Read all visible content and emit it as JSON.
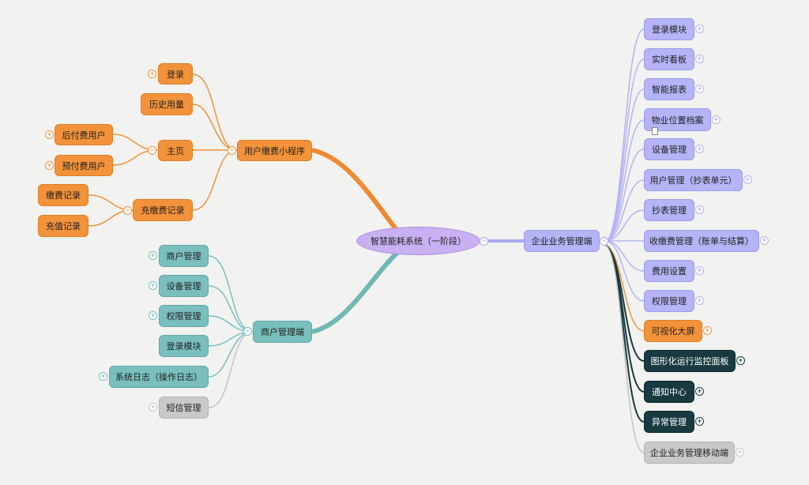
{
  "root": {
    "label": "智慧能耗系统（一阶段）"
  },
  "user_app": {
    "label": "用户缴费小程序",
    "login": "登录",
    "history": "历史用量",
    "home": "主页",
    "postpaid": "后付费用户",
    "prepaid": "预付费用户",
    "recharge": "充缴费记录",
    "payment_record": "缴费记录",
    "topup_record": "充值记录"
  },
  "merchant": {
    "label": "商户管理端",
    "items": [
      "商户管理",
      "设备管理",
      "权限管理",
      "登录模块",
      "系统日志（操作日志）",
      "短信管理"
    ]
  },
  "enterprise": {
    "label": "企业业务管理端",
    "items": [
      "登录模块",
      "实时看板",
      "智能报表",
      "物业位置档案",
      "设备管理",
      "用户管理（抄表单元）",
      "抄表管理",
      "收缴费管理（账单与结算）",
      "费用设置",
      "权限管理",
      "可视化大屏",
      "图形化运行监控面板",
      "通知中心",
      "异常管理",
      "企业业务管理移动端"
    ]
  },
  "colors": {
    "orange": "#f2923a",
    "teal": "#79bfbd",
    "grey": "#c9c9c9",
    "lavender": "#b4b4f6",
    "dark": "#183a40",
    "root": "#c9b0f2"
  }
}
